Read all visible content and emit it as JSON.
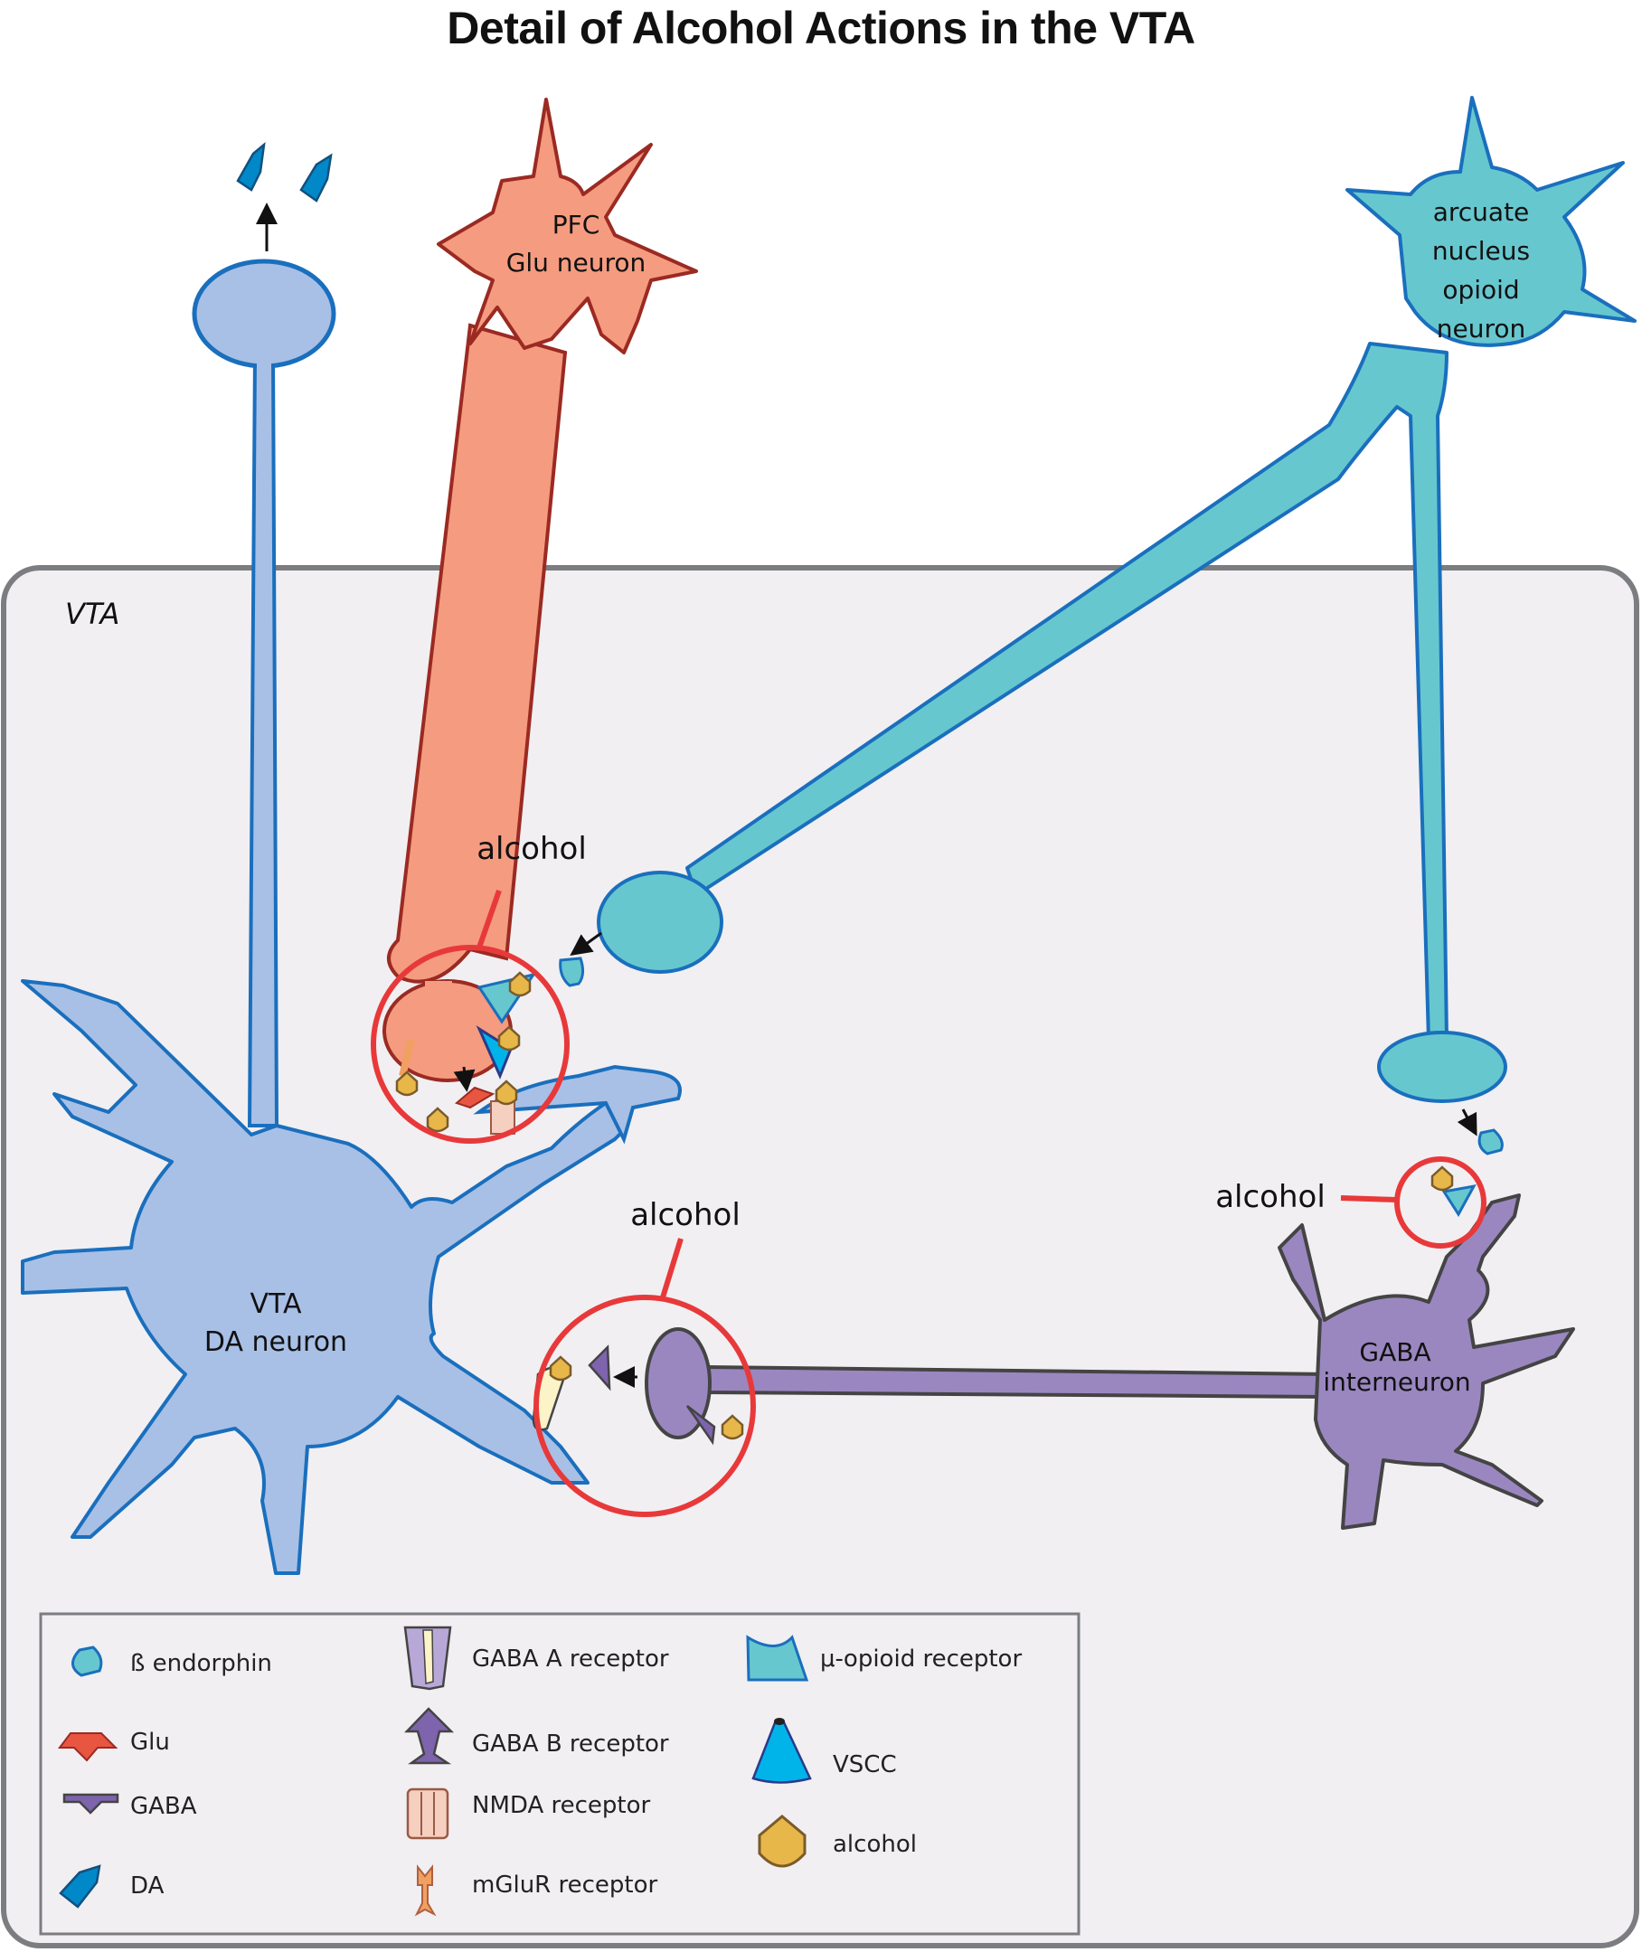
{
  "title": "Detail of Alcohol Actions in the VTA",
  "region_label": "VTA",
  "neurons": {
    "pfc": [
      "PFC",
      "Glu neuron"
    ],
    "arcuate": [
      "arcuate",
      "nucleus",
      "opioid",
      "neuron"
    ],
    "vta_da": [
      "VTA",
      "DA neuron"
    ],
    "gaba": [
      "GABA",
      "interneuron"
    ]
  },
  "callouts": {
    "pfc_synapse": "alcohol",
    "gaba_synapse": "alcohol",
    "opioid_synapse": "alcohol"
  },
  "legend": {
    "col1": [
      {
        "icon": "beta-endorphin-icon",
        "label": "ß endorphin"
      },
      {
        "icon": "glu-icon",
        "label": "Glu"
      },
      {
        "icon": "gaba-icon",
        "label": "GABA"
      },
      {
        "icon": "da-icon",
        "label": "DA"
      }
    ],
    "col2": [
      {
        "icon": "gaba-a-receptor-icon",
        "label": "GABA A receptor"
      },
      {
        "icon": "gaba-b-receptor-icon",
        "label": "GABA B receptor"
      },
      {
        "icon": "nmda-receptor-icon",
        "label": "NMDA receptor"
      },
      {
        "icon": "mglur-receptor-icon",
        "label": "mGluR receptor"
      }
    ],
    "col3": [
      {
        "icon": "mu-opioid-receptor-icon",
        "label": "μ-opioid receptor"
      },
      {
        "icon": "vscc-icon",
        "label": "VSCC"
      },
      {
        "icon": "alcohol-icon",
        "label": "alcohol"
      }
    ]
  },
  "colors": {
    "da_neuron": "#a8c0e6",
    "da_stroke": "#1a6fbd",
    "pfc_neuron": "#f59b80",
    "pfc_stroke": "#9b2a22",
    "opioid_neuron": "#67c7cf",
    "opioid_stroke": "#1a6fbd",
    "gaba_neuron": "#9a87c0",
    "gaba_stroke": "#444444",
    "callout_red": "#e8393a",
    "alcohol": "#e8b74a",
    "vta_box_fill": "#f1eff2",
    "vta_box_stroke": "#7c7d80"
  }
}
